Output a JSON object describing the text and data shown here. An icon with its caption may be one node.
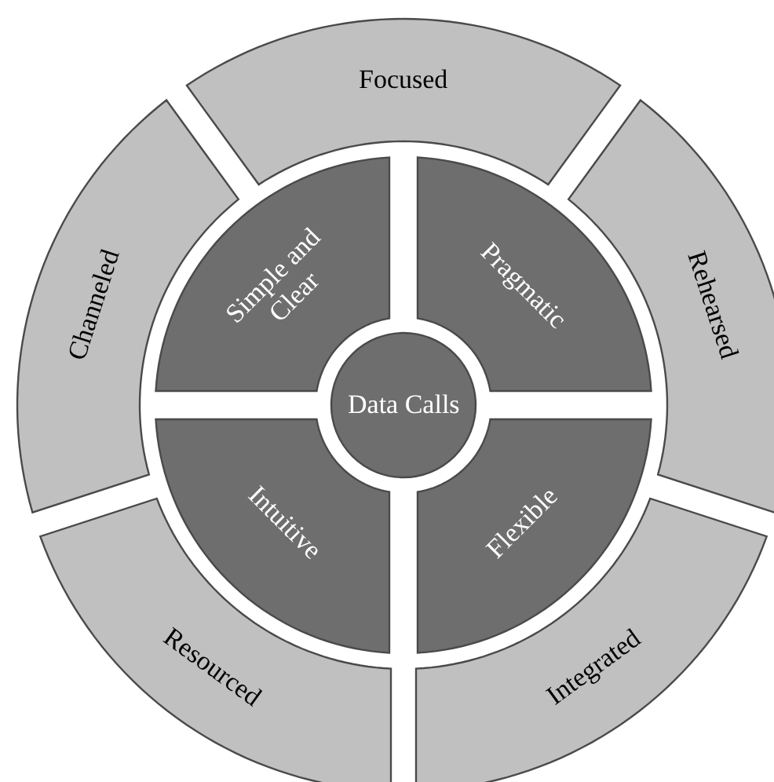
{
  "diagram": {
    "nodes": [
      {
        "text": [
          "Focused"
        ]
      },
      {
        "text": [
          "Channeled"
        ]
      },
      {
        "text": [
          "Rehearsed"
        ]
      },
      {
        "text": [
          "Simple and Clear"
        ]
      },
      {
        "text": [
          "Pragmatic"
        ]
      },
      {
        "text": [
          "Data Calls"
        ]
      },
      {
        "text": [
          "Intuitive"
        ]
      },
      {
        "text": [
          "Flexible"
        ]
      },
      {
        "text": [
          "Resourced"
        ]
      },
      {
        "text": [
          "Integrated"
        ]
      }
    ]
  }
}
